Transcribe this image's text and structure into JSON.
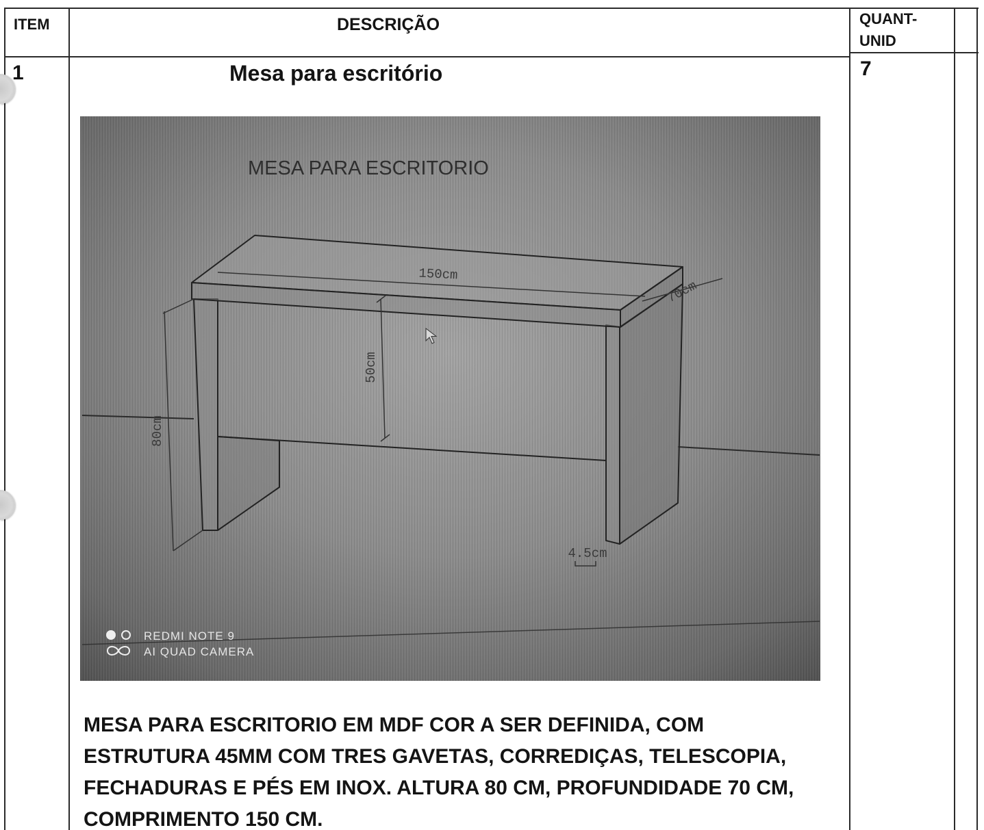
{
  "table": {
    "headers": {
      "item": "ITEM",
      "description": "DESCRIÇÃO",
      "quantity": [
        "QUANT-",
        "UNID"
      ]
    },
    "rows": [
      {
        "item": "1",
        "title": "Mesa para escritório",
        "quantity": "7",
        "figure": {
          "title": "MESA PARA ESCRITORIO",
          "dimension_labels": {
            "width": "150cm",
            "depth": "70cm",
            "panel": "50cm",
            "height": "80cm",
            "thickness": "4.5cm"
          },
          "camera_watermark": [
            "REDMI NOTE 9",
            "AI QUAD CAMERA"
          ]
        },
        "description_lines": [
          "MESA PARA ESCRITORIO EM MDF COR A SER DEFINIDA, COM",
          "ESTRUTURA 45MM COM TRES GAVETAS, CORREDIÇAS, TELESCOPIA,",
          "FECHADURAS E PÉS EM INOX. ALTURA 80 CM, PROFUNDIDADE 70 CM,",
          "COMPRIMENTO 150 CM."
        ]
      }
    ]
  },
  "colors": {
    "ink": "#141414",
    "rule": "#2a2a2a",
    "photo_gray": "#8c8c8c"
  }
}
